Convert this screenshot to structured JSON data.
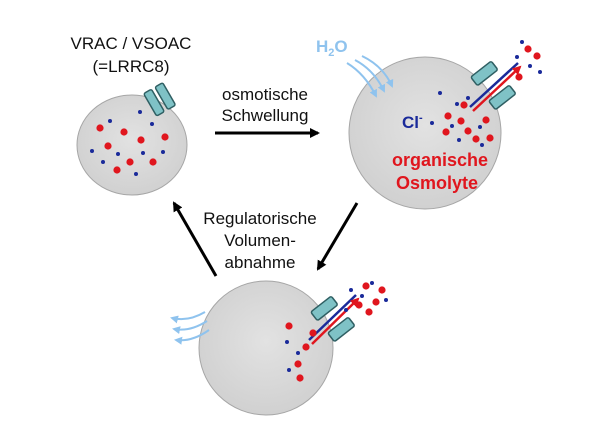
{
  "labels": {
    "channel_name": "VRAC / VSOAC",
    "channel_gene": "(=LRRC8)",
    "swelling_line1": "osmotische",
    "swelling_line2": "Schwellung",
    "rvd_line1": "Regulatorische",
    "rvd_line2": "Volumen-",
    "rvd_line3": "abnahme",
    "water": "H",
    "water_sub": "2",
    "water_o": "O",
    "chloride": "Cl",
    "chloride_sup": "-",
    "organic_line1": "organische",
    "organic_line2": "Osmolyte"
  },
  "colors": {
    "cell_fill": "#d9d9d9",
    "cell_stroke": "#a6a6a6",
    "channel": "#7fc2c6",
    "channel_stroke": "#2f5f63",
    "osmolyte_red": "#e0161e",
    "chloride_blue": "#1a2a9a",
    "water_blue": "#8fc3ee",
    "arrow": "#000000"
  },
  "icons": {
    "channel": "channel-icon",
    "water_flow": "water-flow-icon",
    "efflux_arrow": "efflux-arrow-icon"
  }
}
